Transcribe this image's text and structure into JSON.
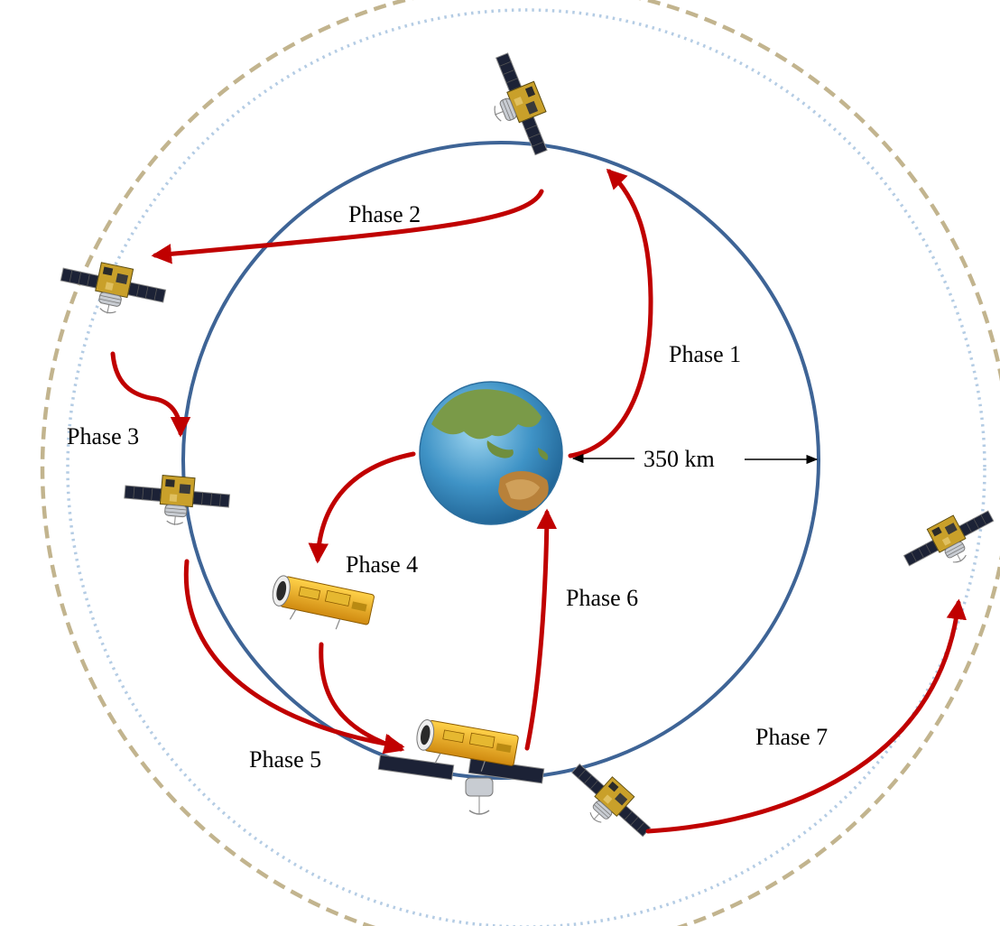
{
  "labels": {
    "phase1": "Phase 1",
    "phase2": "Phase 2",
    "phase3": "Phase 3",
    "phase4": "Phase 4",
    "phase5": "Phase 5",
    "phase6": "Phase 6",
    "phase7": "Phase 7",
    "altitude": "350 km"
  },
  "colors": {
    "orbit": "#3e6496",
    "arrow": "#c00000",
    "outer_dashed": "#c2b48e",
    "outer_dotted": "#b4cce4",
    "earth_ocean": "#4a98c8",
    "earth_land": "#7a9a48",
    "panel": "#1c2236",
    "body_gold": "#c9a02a",
    "body_yellow": "#f0b21a"
  },
  "icons": {
    "earth": "earth-globe-icon",
    "satellite": "satellite-icon",
    "craft": "spacecraft-icon"
  }
}
